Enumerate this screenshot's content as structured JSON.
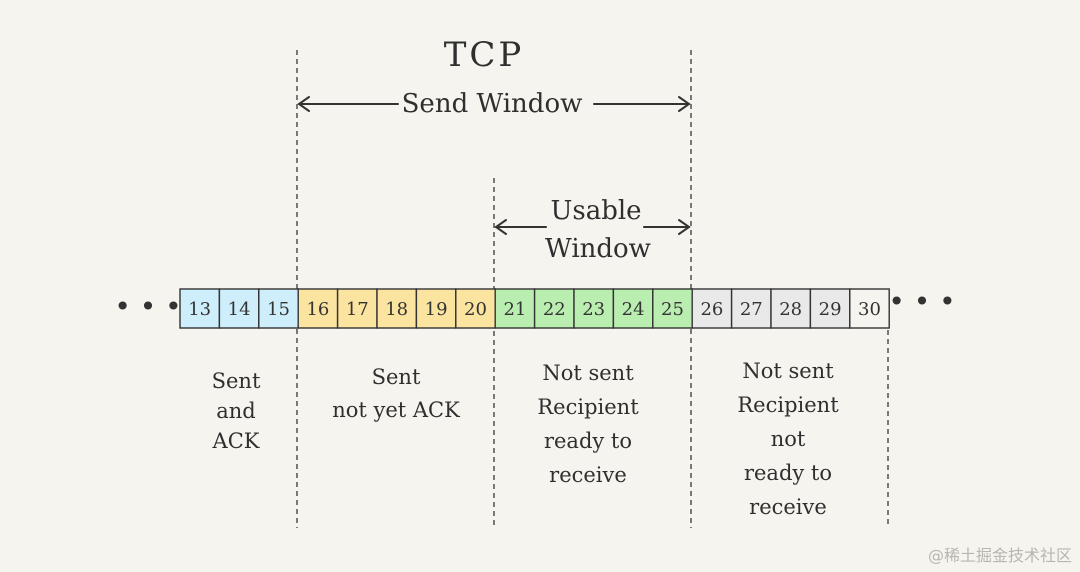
{
  "diagram": {
    "title": "TCP",
    "send_window_label": "Send Window",
    "usable_window_label": [
      "Usable",
      "Window"
    ],
    "left_ellipsis": "• • •",
    "right_ellipsis": "• • •",
    "cells": [
      {
        "num": "13",
        "group": "sent_acked"
      },
      {
        "num": "14",
        "group": "sent_acked"
      },
      {
        "num": "15",
        "group": "sent_acked"
      },
      {
        "num": "16",
        "group": "sent_not_acked"
      },
      {
        "num": "17",
        "group": "sent_not_acked"
      },
      {
        "num": "18",
        "group": "sent_not_acked"
      },
      {
        "num": "19",
        "group": "sent_not_acked"
      },
      {
        "num": "20",
        "group": "sent_not_acked"
      },
      {
        "num": "21",
        "group": "usable"
      },
      {
        "num": "22",
        "group": "usable"
      },
      {
        "num": "23",
        "group": "usable"
      },
      {
        "num": "24",
        "group": "usable"
      },
      {
        "num": "25",
        "group": "usable"
      },
      {
        "num": "26",
        "group": "not_ready"
      },
      {
        "num": "27",
        "group": "not_ready"
      },
      {
        "num": "28",
        "group": "not_ready"
      },
      {
        "num": "29",
        "group": "not_ready"
      },
      {
        "num": "30",
        "group": "not_ready_plain"
      }
    ],
    "group_colors": {
      "sent_acked": "#cdeefa",
      "sent_not_acked": "#fbe3a0",
      "usable": "#b9eeb0",
      "not_ready": "#e9e9e9",
      "not_ready_plain": "#f6f4ef"
    },
    "descriptions": {
      "sent_acked": [
        "Sent",
        "and",
        "ACK"
      ],
      "sent_not_acked": [
        "Sent",
        "not yet ACK"
      ],
      "usable": [
        "Not sent",
        "Recipient",
        "ready to",
        "receive"
      ],
      "not_ready": [
        "Not sent",
        "Recipient",
        "not",
        "ready to",
        "receive"
      ]
    }
  },
  "watermark": "@稀土掘金技术社区"
}
